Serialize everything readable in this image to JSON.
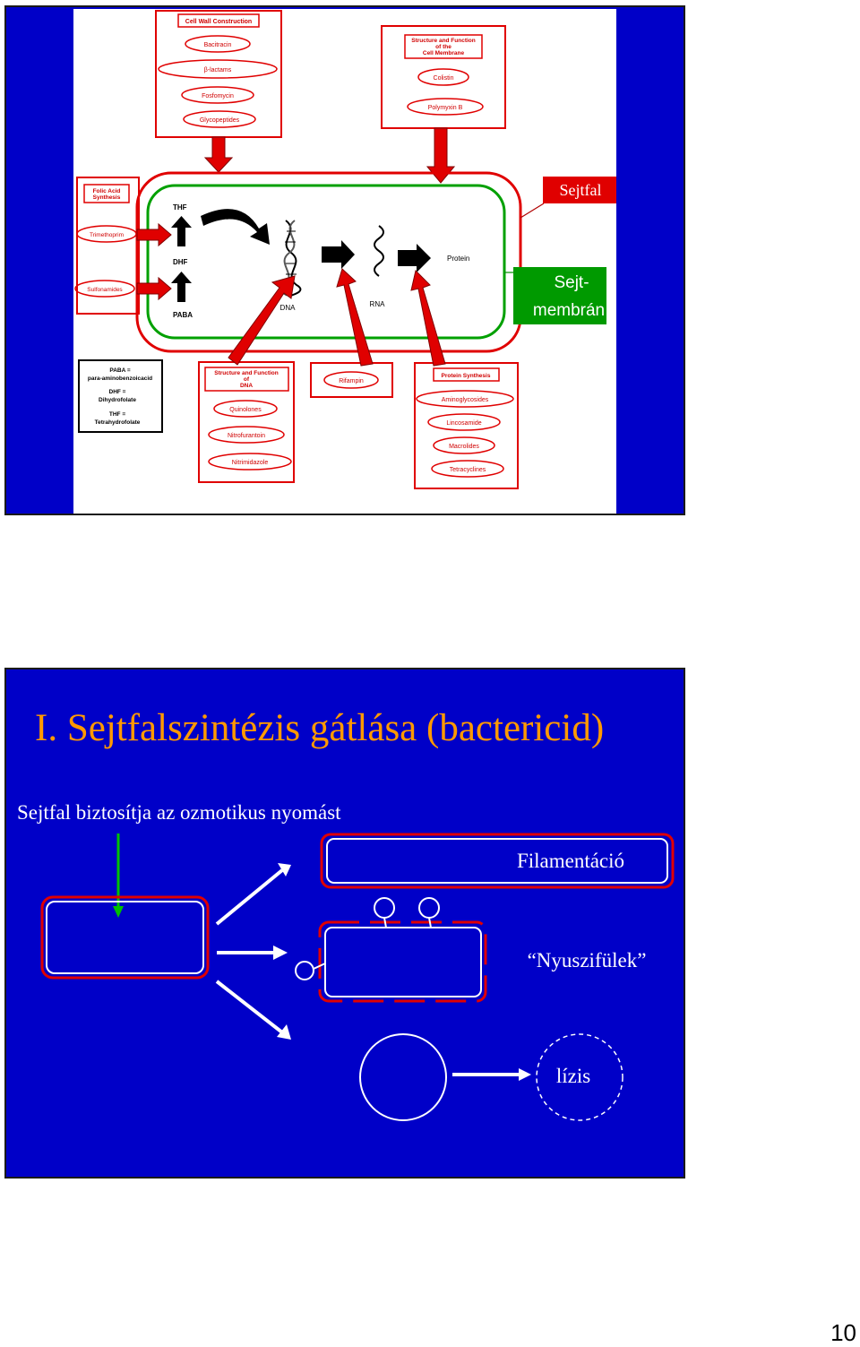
{
  "slide1": {
    "diagram": {
      "cell_wall_box": {
        "title": "Cell Wall Construction",
        "drugs": [
          "Bacitracin",
          "β-lactams",
          "Fosfomycin",
          "Glycopeptides"
        ]
      },
      "membrane_box": {
        "title_lines": [
          "Structure and Function",
          "of the",
          "Cell Membrane"
        ],
        "drugs": [
          "Colistin",
          "Polymyxin B"
        ]
      },
      "folic_box": {
        "title_lines": [
          "Folic Acid",
          "Synthesis"
        ],
        "drugs": [
          "Trimethoprim",
          "Sulfonamides"
        ]
      },
      "dna_box": {
        "title_lines": [
          "Structure and Function",
          "of",
          "DNA"
        ],
        "drugs": [
          "Quinolones",
          "Nitrofurantoin",
          "Nitrimidazole"
        ]
      },
      "rifampin_box": {
        "drugs": [
          "Rifampin"
        ]
      },
      "protein_box": {
        "title": "Protein Synthesis",
        "drugs": [
          "Aminoglycosides",
          "Lincosamide",
          "Macrolides",
          "Tetracyclines"
        ]
      },
      "cell_labels": {
        "thf": "THF",
        "dhf": "DHF",
        "paba": "PABA",
        "dna": "DNA",
        "rna": "RNA",
        "protein": "Protein"
      },
      "legend_lines": [
        "PABA =",
        "para-aminobenzoicacid",
        "DHF =",
        "Dihydrofolate",
        "THF =",
        "Tetrahydrofolate"
      ]
    },
    "callout_wall": "Sejtfal",
    "callout_membrane_lines": [
      "Sejt-",
      "membrán"
    ]
  },
  "slide2": {
    "title": "I. Sejtfalszintézis gátlása (bactericid)",
    "subtitle": "Sejtfal biztosítja az ozmotikus nyomást",
    "label_filament": "Filamentáció",
    "label_rabbit": "“Nyuszifülek”",
    "label_lysis": "lízis"
  },
  "colors": {
    "slide_bg": "#0000c8",
    "title": "#ff9900",
    "red": "#e00000",
    "green": "#00b000",
    "text_white": "#ffffff"
  },
  "page_number": "10"
}
